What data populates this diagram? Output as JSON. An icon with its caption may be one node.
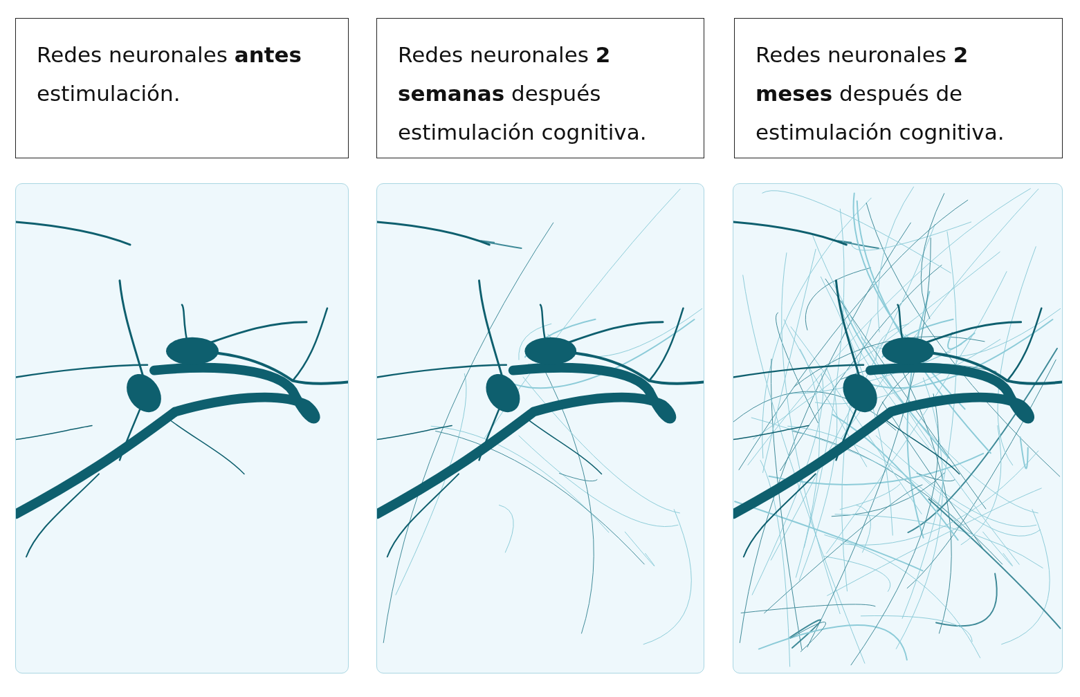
{
  "diagram": {
    "nodes": [
      {
        "text": [
          "Redes neuronales **antes** estimulación."
        ]
      },
      {
        "text": [
          "Redes neuronales **2 semanas** después estimulación cognitiva."
        ]
      },
      {
        "text": [
          "Redes neuronales **2 meses** después de estimulación cognitiva."
        ]
      },
      {
        "text": [],
        "shape": "picture"
      },
      {
        "text": [],
        "shape": "picture"
      },
      {
        "text": [],
        "shape": "picture"
      }
    ]
  }
}
